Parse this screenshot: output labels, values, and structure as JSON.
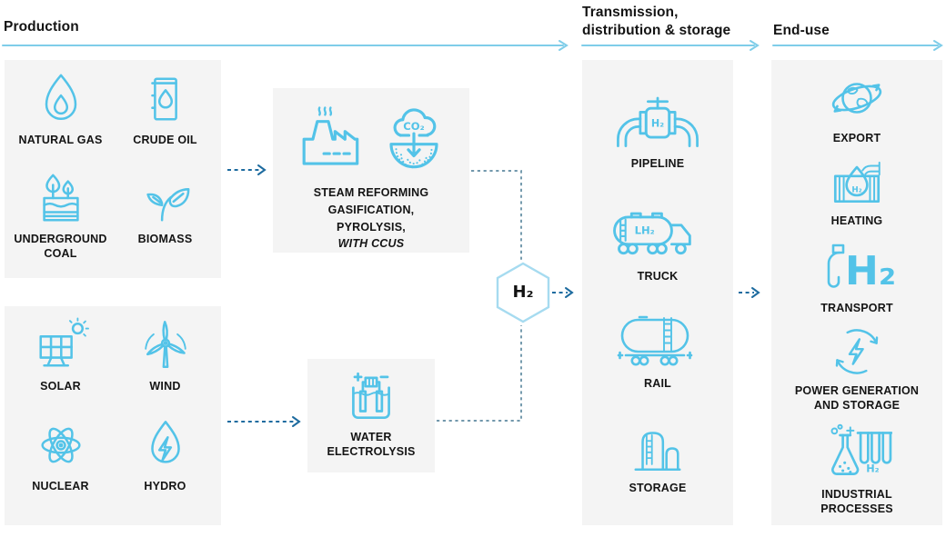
{
  "headers": {
    "production": "Production",
    "transmission_line1": "Transmission,",
    "transmission_line2": "distribution & storage",
    "enduse": "End-use"
  },
  "colors": {
    "icon_blue": "#53c3e8",
    "header_line_blue": "#7fcde9",
    "arrow_dark_blue": "#1d6b9f",
    "connector_gray_blue": "#5e8aa0",
    "box_background": "#f4f4f4",
    "text": "#141414"
  },
  "production": {
    "fossil_sources": [
      {
        "label": "NATURAL GAS",
        "icon": "flame"
      },
      {
        "label": "CRUDE OIL",
        "icon": "oil-barrel"
      },
      {
        "label": "UNDERGROUND COAL",
        "icon": "coal-layers-trees"
      },
      {
        "label": "BIOMASS",
        "icon": "plant-leaves"
      }
    ],
    "renewable_sources": [
      {
        "label": "SOLAR",
        "icon": "solar-panel-sun"
      },
      {
        "label": "WIND",
        "icon": "wind-turbine"
      },
      {
        "label": "NUCLEAR",
        "icon": "atom"
      },
      {
        "label": "HYDRO",
        "icon": "water-drop-bolt"
      }
    ]
  },
  "conversion": {
    "reforming": {
      "lines": [
        "STEAM REFORMING",
        "GASIFICATION,",
        "PYROLYSIS,",
        "WITH CCUS"
      ],
      "co2_label": "CO₂",
      "icons": [
        "factory",
        "co2-storage"
      ]
    },
    "electrolysis": {
      "label": "WATER ELECTROLYSIS",
      "icon": "electrolysis-cell"
    }
  },
  "hydrogen": {
    "label": "H₂"
  },
  "transmission": {
    "items": [
      {
        "label": "PIPELINE",
        "tag": "H₂",
        "icon": "pipeline-valve"
      },
      {
        "label": "TRUCK",
        "tag": "LH₂",
        "icon": "tanker-truck"
      },
      {
        "label": "RAIL",
        "icon": "rail-tank-car"
      },
      {
        "label": "STORAGE",
        "icon": "storage-tanks"
      }
    ]
  },
  "enduse": {
    "items": [
      {
        "label": "EXPORT",
        "icon": "globe-arrows"
      },
      {
        "label": "HEATING",
        "tag": "H₂",
        "icon": "boiler-flame"
      },
      {
        "label": "TRANSPORT",
        "tag": "H₂",
        "icon": "fuel-pump-h2"
      },
      {
        "label": "POWER GENERATION AND STORAGE",
        "icon": "cycle-bolt"
      },
      {
        "label": "INDUSTRIAL PROCESSES",
        "tag": "H₂",
        "icon": "flask-test-tubes"
      }
    ]
  }
}
